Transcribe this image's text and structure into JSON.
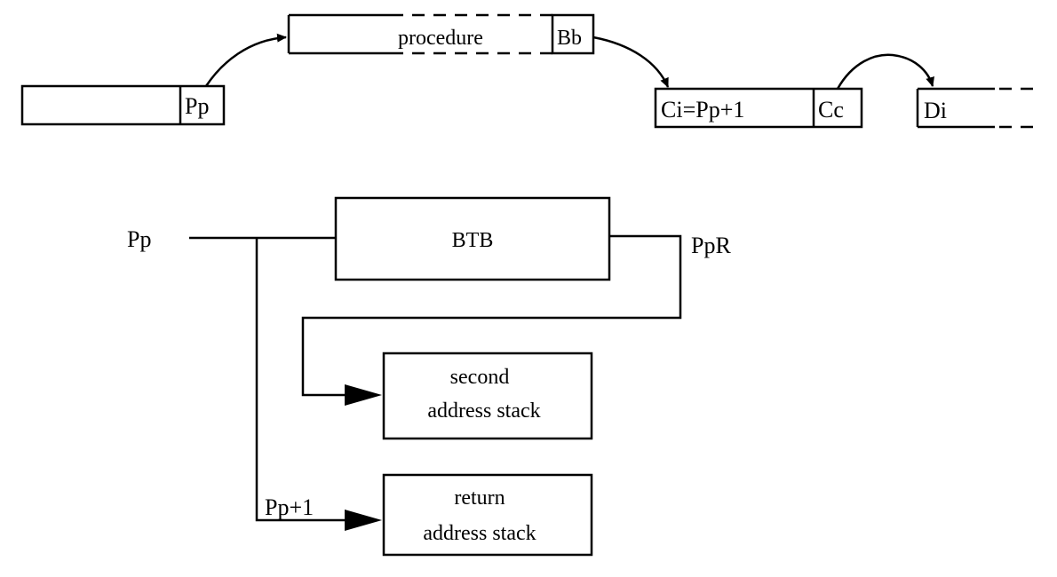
{
  "top_row": {
    "block1_cell": "Pp",
    "procedure_label": "procedure",
    "procedure_cell": "Bb",
    "block3_cell1": "Ci=Pp+1",
    "block3_cell2": "Cc",
    "block4_cell": "Di"
  },
  "lower": {
    "input_label": "Pp",
    "btb_label": "BTB",
    "btb_output_label": "PpR",
    "second_stack_line1": "second",
    "second_stack_line2": "address stack",
    "next_addr_label": "Pp+1",
    "return_stack_line1": "return",
    "return_stack_line2": "address stack"
  }
}
